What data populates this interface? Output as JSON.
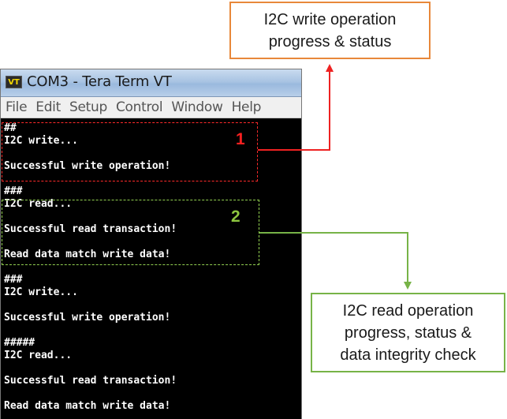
{
  "window": {
    "icon_text": "VT",
    "title": "COM3 - Tera Term VT",
    "menu": [
      "File",
      "Edit",
      "Setup",
      "Control",
      "Window",
      "Help"
    ]
  },
  "terminal": {
    "lines": [
      "##",
      "I2C write...",
      "",
      "Successful write operation!",
      "",
      "###",
      "I2C read...",
      "",
      "Successful read transaction!",
      "",
      "Read data match write data!",
      "",
      "###",
      "I2C write...",
      "",
      "Successful write operation!",
      "",
      "#####",
      "I2C read...",
      "",
      "Successful read transaction!",
      "",
      "Read data match write data!"
    ]
  },
  "highlights": {
    "box1_label": "1",
    "box2_label": "2",
    "colors": {
      "box1": "#ff2a2a",
      "box2": "#92d050"
    }
  },
  "callouts": {
    "write": {
      "line1": "I2C write operation",
      "line2": "progress & status"
    },
    "read": {
      "line1": "I2C read operation",
      "line2": "progress, status &",
      "line3": "data integrity check"
    },
    "colors": {
      "write_border": "#e8883a",
      "read_border": "#77b347",
      "write_arrow": "#ee2222",
      "read_arrow": "#77b347"
    }
  }
}
